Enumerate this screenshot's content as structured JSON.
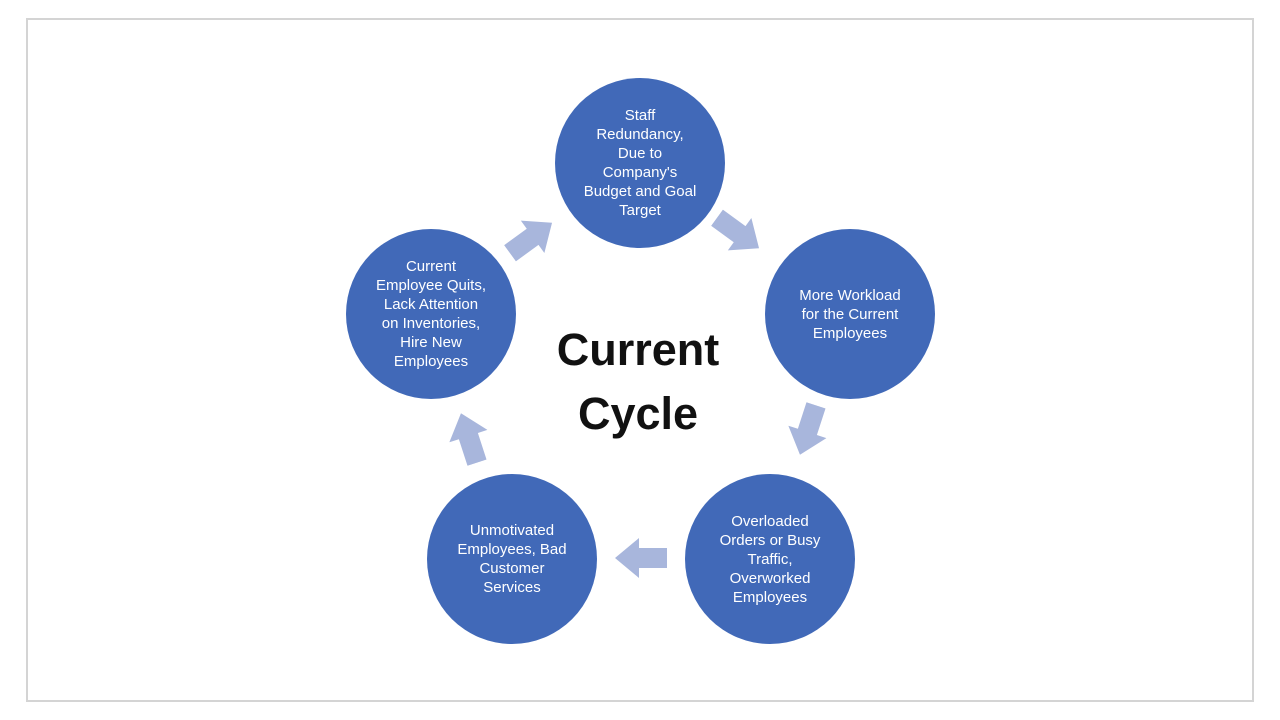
{
  "diagram": {
    "center_title": "Current\nCycle",
    "node_color": "#4169b8",
    "arrow_color": "#a8b6dc",
    "nodes": [
      {
        "label": "Staff\nRedundancy,\nDue to\nCompany's\nBudget and Goal\nTarget"
      },
      {
        "label": "More Workload\nfor the Current\nEmployees"
      },
      {
        "label": "Overloaded\nOrders or Busy\nTraffic,\nOverworked\nEmployees"
      },
      {
        "label": "Unmotivated\nEmployees, Bad\nCustomer\nServices"
      },
      {
        "label": "Current\nEmployee Quits,\nLack Attention\non Inventories,\nHire New\nEmployees"
      }
    ],
    "flow": "clockwise"
  }
}
